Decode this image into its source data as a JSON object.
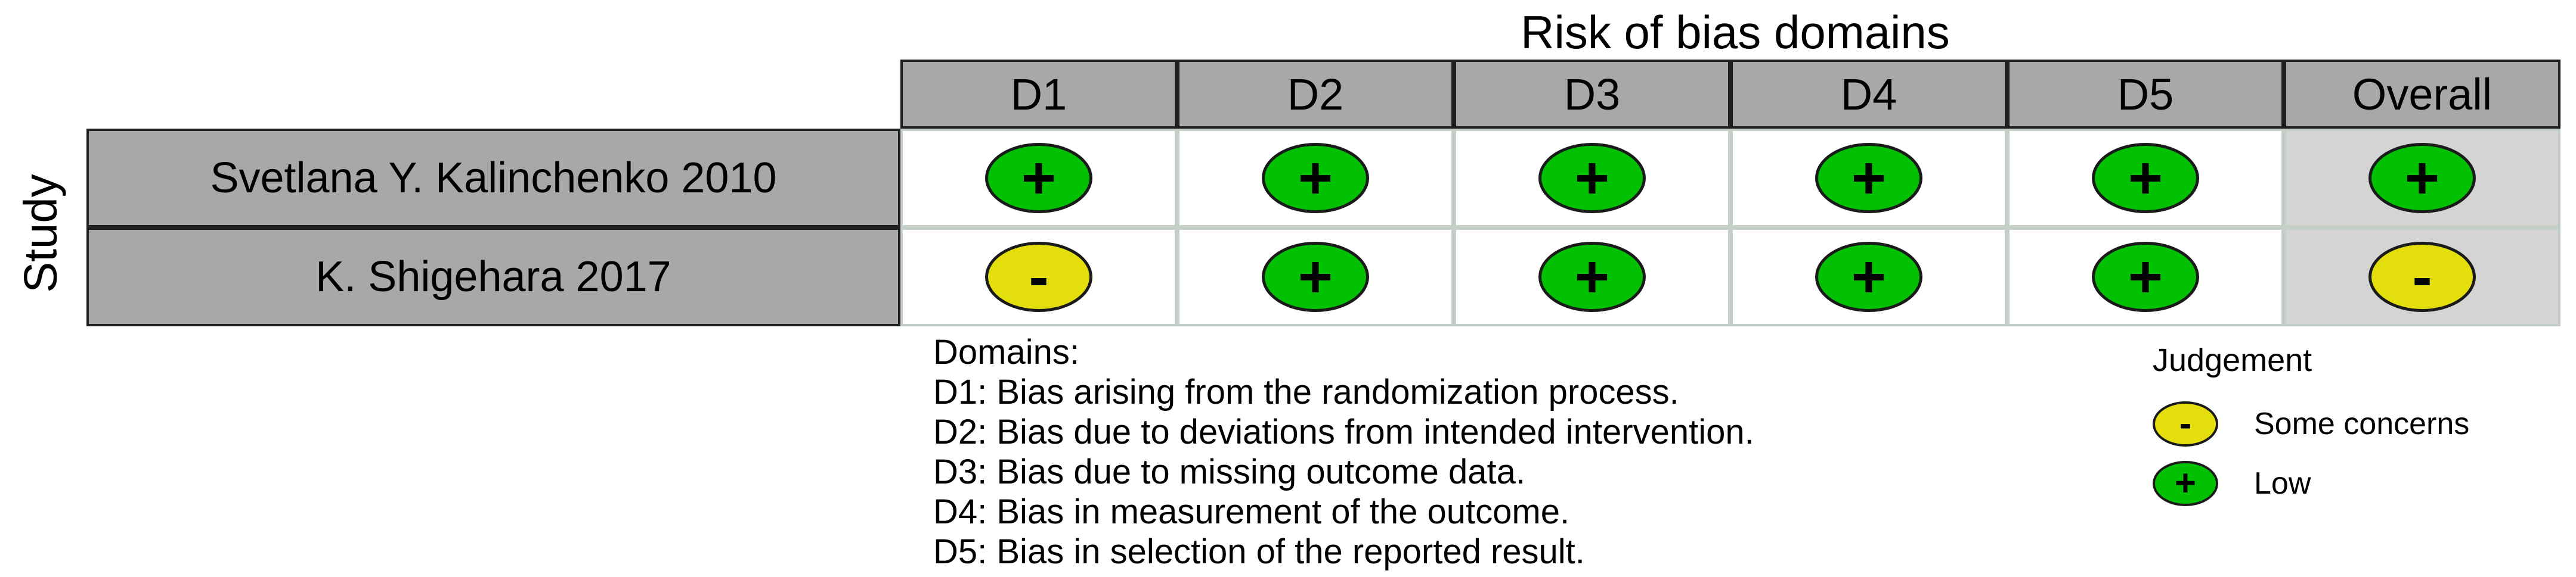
{
  "chart_data": {
    "type": "table",
    "title": "Risk of bias domains",
    "ylabel": "Study",
    "columns": [
      "D1",
      "D2",
      "D3",
      "D4",
      "D5",
      "Overall"
    ],
    "rows": [
      {
        "study": "Svetlana Y. Kalinchenko 2010",
        "judgements": [
          "Low",
          "Low",
          "Low",
          "Low",
          "Low",
          "Low"
        ],
        "symbols": [
          "+",
          "+",
          "+",
          "+",
          "+",
          "+"
        ]
      },
      {
        "study": "K. Shigehara 2017",
        "judgements": [
          "Some concerns",
          "Low",
          "Low",
          "Low",
          "Low",
          "Some concerns"
        ],
        "symbols": [
          "-",
          "+",
          "+",
          "+",
          "+",
          "-"
        ]
      }
    ],
    "domains_legend": {
      "title": "Domains:",
      "items": [
        "D1: Bias arising from the randomization process.",
        "D2: Bias due to deviations from intended intervention.",
        "D3: Bias due to missing outcome data.",
        "D4: Bias in measurement of the outcome.",
        "D5: Bias in selection of the reported result."
      ]
    },
    "judgement_legend": {
      "title": "Judgement",
      "items": [
        {
          "symbol": "-",
          "label": "Some concerns",
          "color": "#e4de0c"
        },
        {
          "symbol": "+",
          "label": "Low",
          "color": "#02c002"
        }
      ]
    },
    "colors": {
      "Low": "#02c002",
      "Some concerns": "#e4de0c",
      "header": "#a8a8a8",
      "overall": "#d4d4d4"
    }
  }
}
